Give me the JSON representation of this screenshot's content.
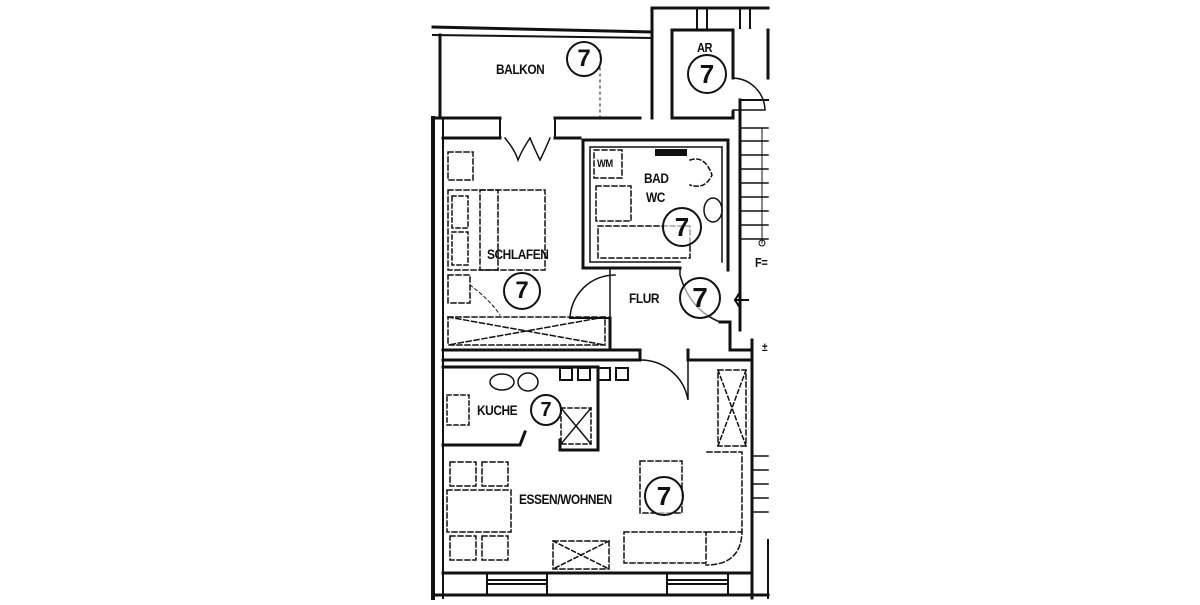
{
  "plan": {
    "rooms": [
      {
        "id": "balkon",
        "label": "BALKON",
        "marker": "7"
      },
      {
        "id": "ar",
        "label": "AR",
        "marker": "7"
      },
      {
        "id": "bad-wc",
        "label": "BAD",
        "label2": "WC",
        "marker": "7"
      },
      {
        "id": "wm",
        "label": "WM"
      },
      {
        "id": "schlafen",
        "label": "SCHLAFEN",
        "marker": "7"
      },
      {
        "id": "flur",
        "label": "FLUR",
        "marker": "7"
      },
      {
        "id": "kueche",
        "label": "KUCHE",
        "marker": "7"
      },
      {
        "id": "essen-wohnen",
        "label": "ESSEN/WOHNEN",
        "marker": "7"
      }
    ],
    "stair_label": "F=",
    "level_mark": "±",
    "colors": {
      "line": "#111111",
      "background": "#ffffff"
    }
  }
}
